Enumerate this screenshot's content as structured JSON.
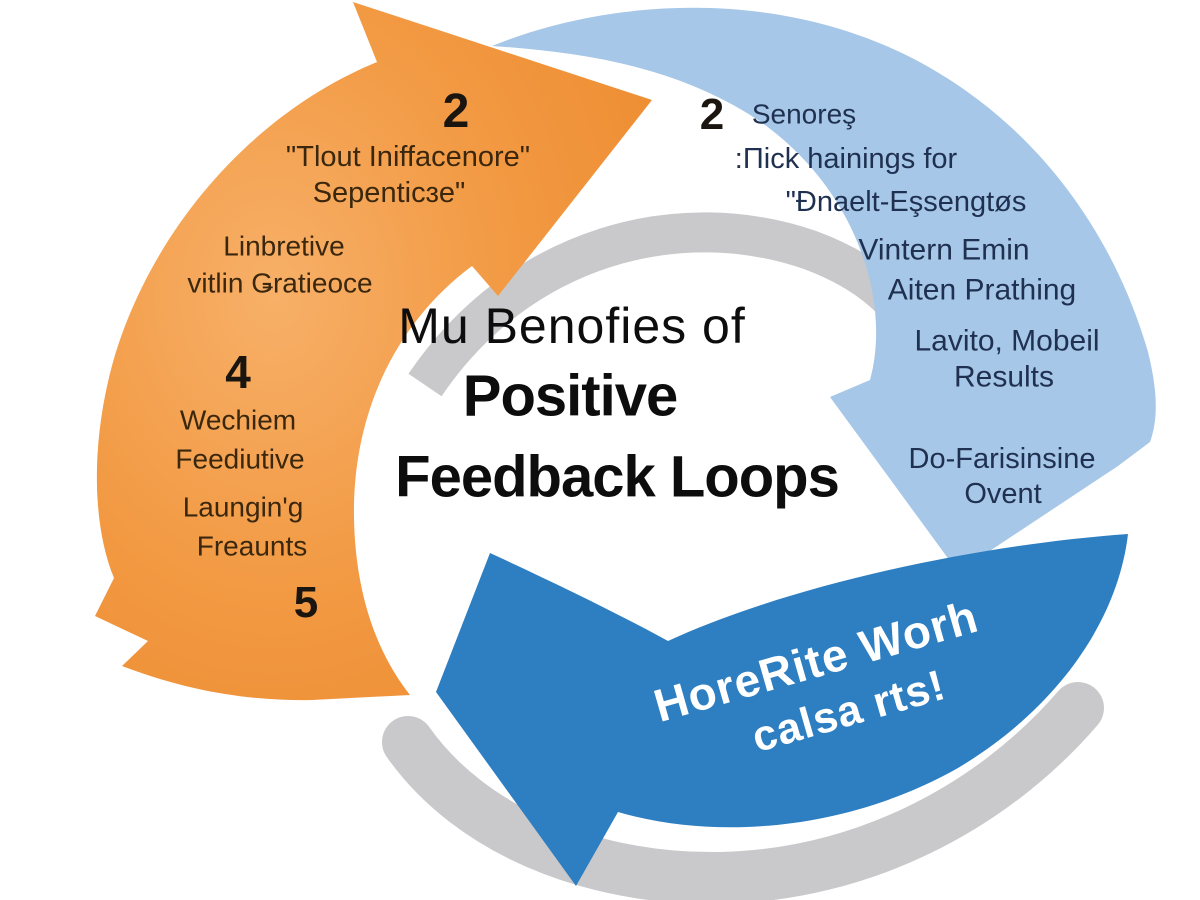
{
  "colors": {
    "orange": "#F0923B",
    "orange_highlight": "#F7B068",
    "light_blue": "#A6C7E8",
    "dark_blue": "#2E7EC2",
    "gray": "#C9C9CB",
    "orange_text": "#3B270E",
    "blue_text": "#1F3050",
    "number_text": "#1B1510",
    "title_text": "#0D0D0D",
    "arrow_label_text": "#FFFFFF",
    "background": "#FFFFFF"
  },
  "title": {
    "line1": "Mu Benofies of",
    "line2": "Positive",
    "line3": "Feedback Loops"
  },
  "orange_arrow": {
    "number_top": "2",
    "quote_line1": "\"Tlout Iniffacenore\"",
    "quote_line2": "Sepenticɜe\"",
    "label1_line1": "Linbretive",
    "label1_line2": "vitlin Ǥratieoce",
    "number_mid": "4",
    "label2_line1": "Wechiem",
    "label2_line2": "Feediutive",
    "label3_line1": "Laungin'g",
    "label3_line2": "Freaunts",
    "number_bottom": "5"
  },
  "blue_arc": {
    "number": "2",
    "label0": "Senoreş",
    "label1": ":Πick hainings for",
    "label2": "\"Ðnaelt-Eşsengtøs",
    "label3": "Vintern Emin",
    "label4": "Aiten Prathing",
    "label5_line1": "Lavito, Mobeil",
    "label5_line2": "Results",
    "label6_line1": "Do-Farisinsine",
    "label6_line2": "Ovent"
  },
  "bottom_arrow": {
    "line1": "HoreRite Worh",
    "line2": "calsa rts!"
  }
}
